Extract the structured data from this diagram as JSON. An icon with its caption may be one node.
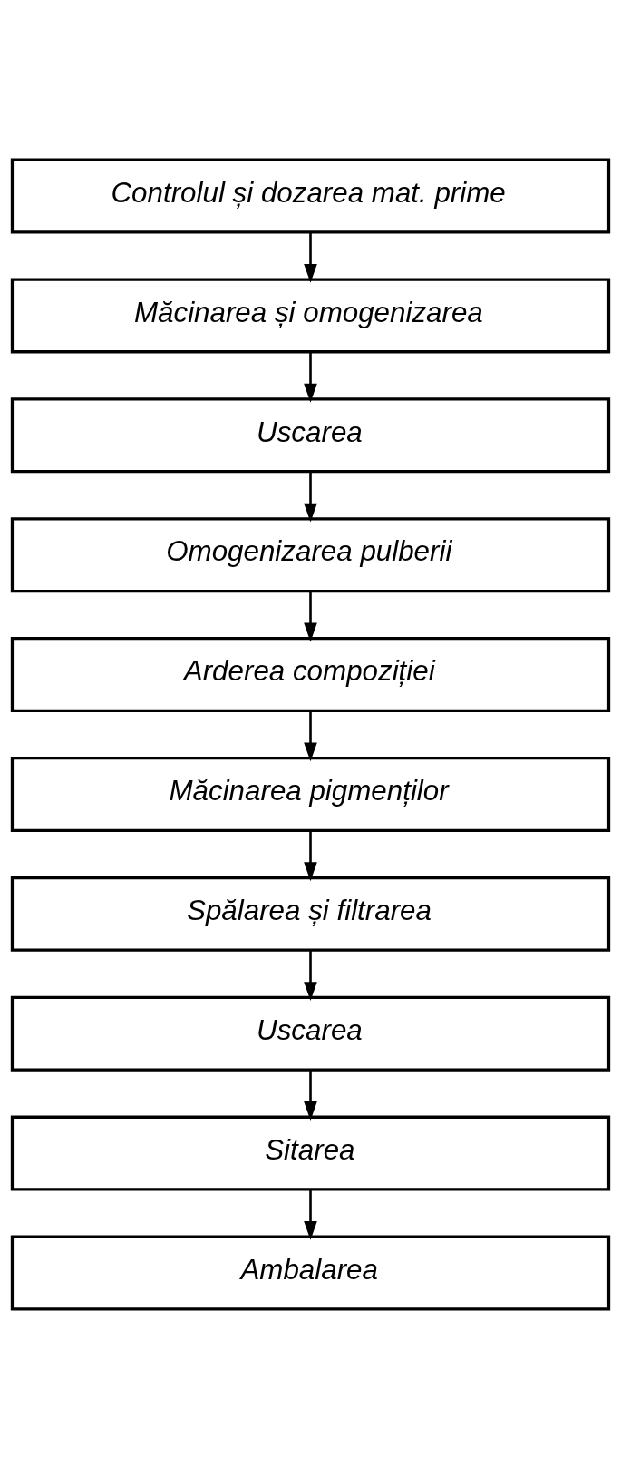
{
  "diagram": {
    "nodes": [
      {
        "text": [
          "Controlul și dozarea mat. prime"
        ]
      },
      {
        "text": [
          "Măcinarea și omogenizarea"
        ]
      },
      {
        "text": [
          "Uscarea"
        ]
      },
      {
        "text": [
          "Omogenizarea pulberii"
        ]
      },
      {
        "text": [
          "Arderea compoziției"
        ]
      },
      {
        "text": [
          "Măcinarea pigmenților"
        ]
      },
      {
        "text": [
          "Spălarea și filtrarea"
        ]
      },
      {
        "text": [
          "Uscarea"
        ]
      },
      {
        "text": [
          "Sitarea"
        ]
      },
      {
        "text": [
          "Ambalarea"
        ]
      }
    ],
    "edges": [
      {
        "from": 0,
        "to": 1,
        "arrow": "to"
      },
      {
        "from": 1,
        "to": 2,
        "arrow": "to"
      },
      {
        "from": 2,
        "to": 3,
        "arrow": "to"
      },
      {
        "from": 3,
        "to": 4,
        "arrow": "to"
      },
      {
        "from": 4,
        "to": 5,
        "arrow": "to"
      },
      {
        "from": 5,
        "to": 6,
        "arrow": "to"
      },
      {
        "from": 6,
        "to": 7,
        "arrow": "to"
      },
      {
        "from": 7,
        "to": 8,
        "arrow": "to"
      },
      {
        "from": 8,
        "to": 9,
        "arrow": "to"
      }
    ]
  }
}
